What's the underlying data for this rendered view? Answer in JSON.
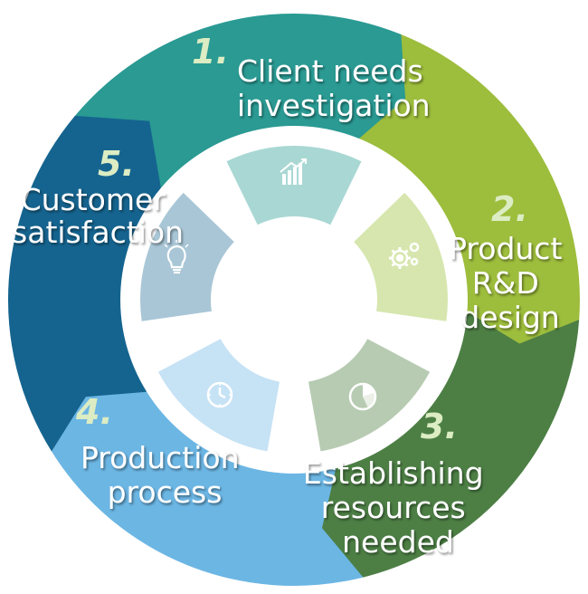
{
  "steps": [
    {
      "number": "1.",
      "label_lines": [
        "Client needs",
        "investigation"
      ],
      "icon": "bar-chart-growth-icon"
    },
    {
      "number": "2.",
      "label_lines": [
        "Product",
        "R&D",
        "design"
      ],
      "icon": "gears-icon"
    },
    {
      "number": "3.",
      "label_lines": [
        "Establishing",
        "resources",
        "needed"
      ],
      "icon": "pie-chart-icon"
    },
    {
      "number": "4.",
      "label_lines": [
        "Production",
        "process"
      ],
      "icon": "clock-icon"
    },
    {
      "number": "5.",
      "label_lines": [
        "Customer",
        "satisfaction"
      ],
      "icon": "lightbulb-icon"
    }
  ],
  "colors": {
    "step1_outer": "#2a9a93",
    "step2_outer": "#9dbd3c",
    "step3_outer": "#4d7f45",
    "step4_outer": "#6cb6e4",
    "step5_outer": "#15648f",
    "step1_inner": "#a9d8d4",
    "step2_inner": "#d6e6ae",
    "step3_inner": "#b7cbb2",
    "step4_inner": "#c6e2f5",
    "step5_inner": "#a9c6d6",
    "number_light": "#dcecc3"
  }
}
